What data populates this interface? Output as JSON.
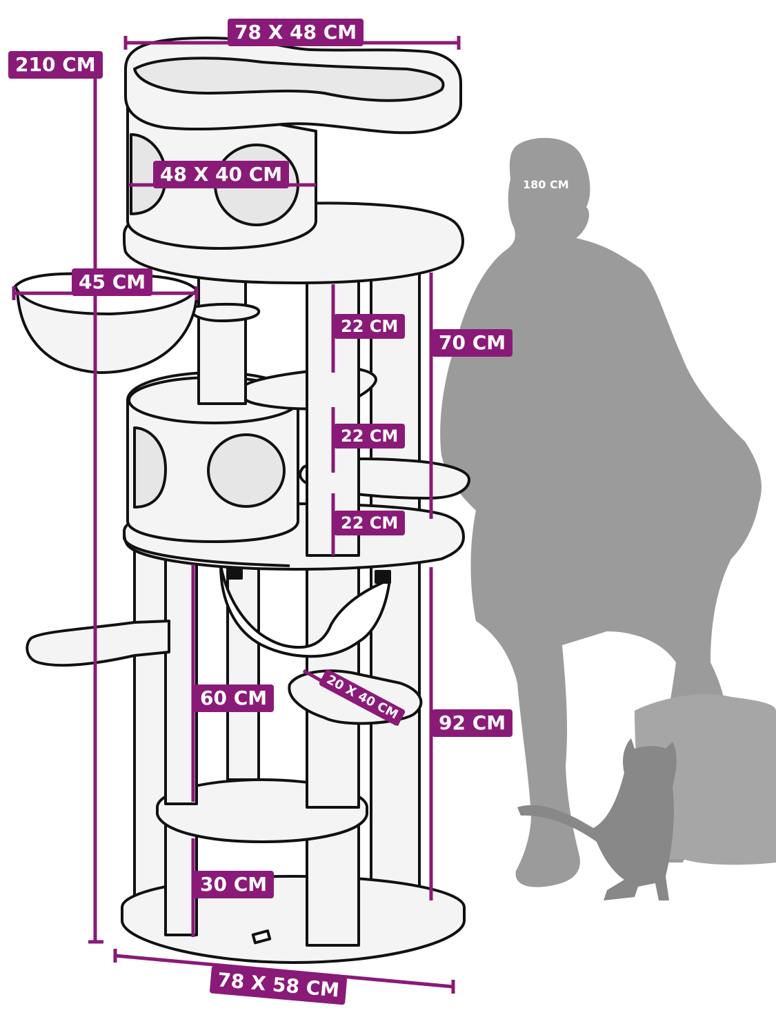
{
  "colors": {
    "accent": "#8a1a78",
    "silhouette": "#9a9a9a",
    "outline": "#111111",
    "fill": "#f2f2f2"
  },
  "labels": {
    "top_dim": "78 X 48 CM",
    "total_height": "210 CM",
    "cave_top": "48 X 40 CM",
    "basket": "45 CM",
    "gap_1": "22 CM",
    "gap_2": "22 CM",
    "gap_3": "22 CM",
    "upper_height": "70 CM",
    "post_mid": "60 CM",
    "platform_small": "20 X 40 CM",
    "lower_height": "92 CM",
    "post_low": "30 CM",
    "base_dim": "78 X 58 CM",
    "person_height": "180 CM"
  }
}
